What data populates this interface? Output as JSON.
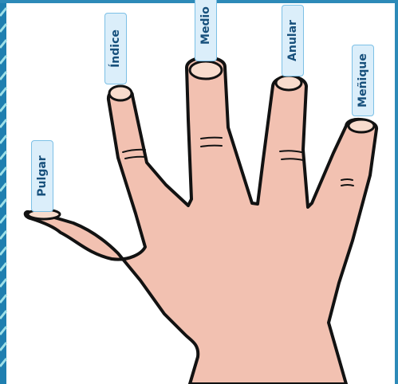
{
  "labels": {
    "thumb": "Pulgar",
    "index": "Índice",
    "middle": "Medio",
    "ring": "Anular",
    "pinky": "Meñique"
  }
}
